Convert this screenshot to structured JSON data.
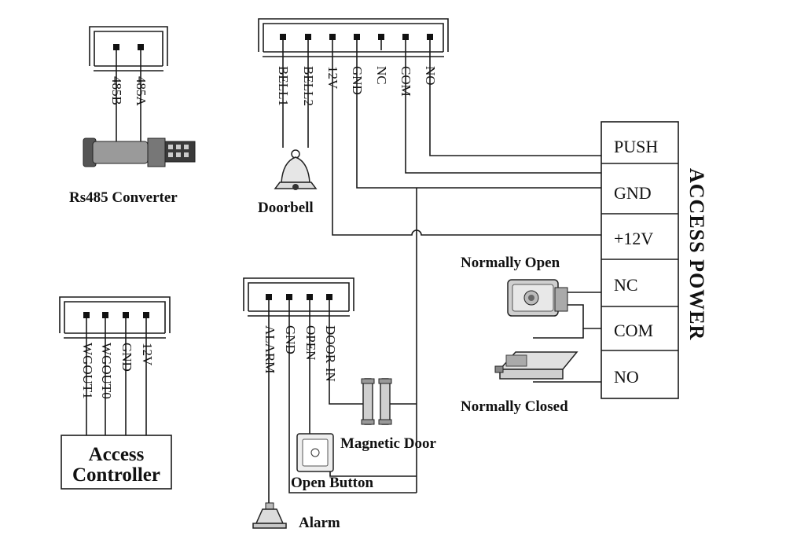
{
  "rs485": {
    "pins": [
      "485B",
      "485A"
    ],
    "caption": "Rs485 Converter"
  },
  "top_connector": {
    "pins": [
      "BELL1",
      "BELL2",
      "12V",
      "GND",
      "NC",
      "COM",
      "NO"
    ]
  },
  "doorbell": {
    "caption": "Doorbell"
  },
  "access_power": {
    "title": "ACCESS POWER",
    "terminals": [
      "PUSH",
      "GND",
      "+12V",
      "NC",
      "COM",
      "NO"
    ]
  },
  "locks": {
    "normally_open": "Normally Open",
    "normally_closed": "Normally Closed"
  },
  "wiegand_connector": {
    "pins": [
      "WGOUT1",
      "WGOUT0",
      "GND",
      "12V"
    ]
  },
  "access_controller": {
    "line1": "Access",
    "line2": "Controller"
  },
  "door_connector": {
    "pins": [
      "ALARM",
      "GND",
      "OPEN",
      "DOOR-IN"
    ]
  },
  "magnetic_door": {
    "caption": "Magnetic Door"
  },
  "open_button": {
    "caption": "Open Button"
  },
  "alarm": {
    "caption": "Alarm"
  }
}
